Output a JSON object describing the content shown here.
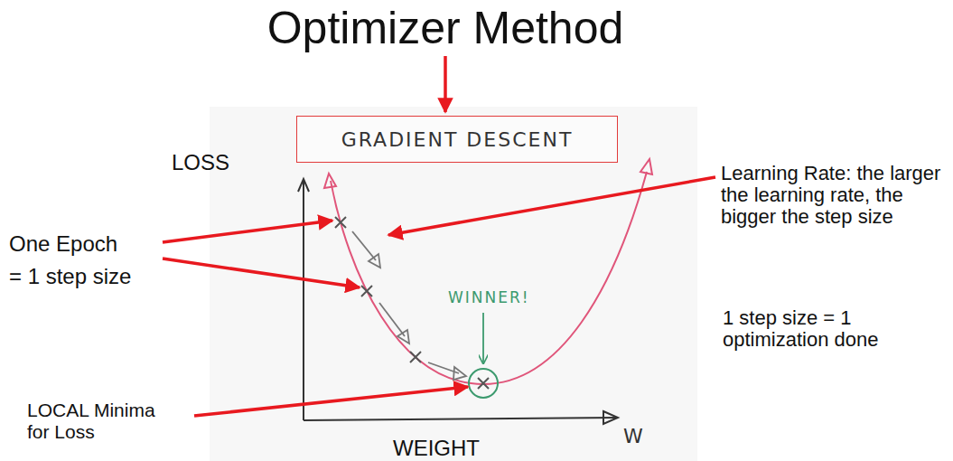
{
  "diagram": {
    "title": "Optimizer Method",
    "nodes": [
      {
        "text": [
          "GRADIENT DESCENT"
        ]
      }
    ],
    "labels": [
      "LOSS",
      "One Epoch",
      "= 1 step size",
      "Learning Rate: the larger the learning rate, the bigger the step size",
      "1 step size = 1 optimization done",
      "WINNER!",
      "LOCAL Minima for Loss",
      "WEIGHT",
      "W"
    ]
  }
}
